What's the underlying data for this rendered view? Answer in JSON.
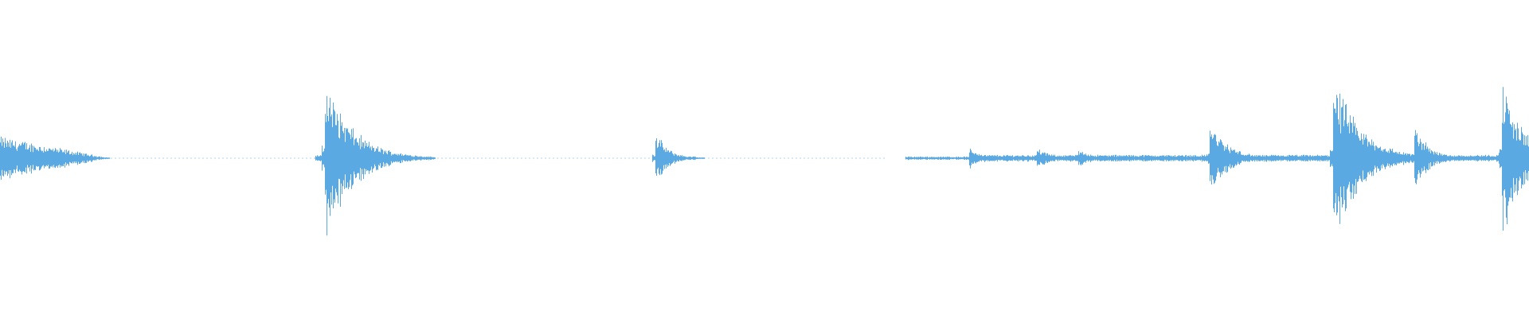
{
  "waveform": {
    "color": "#5aa9e3",
    "background": "#ffffff",
    "duration_units": 1000,
    "segments": [
      {
        "from": 0,
        "to": 72,
        "amp_start": 0.13,
        "amp_end": 0.0,
        "dotted": false
      },
      {
        "from": 72,
        "to": 206,
        "amp_start": 0.0,
        "amp_end": 0.0,
        "dotted": true
      },
      {
        "from": 206,
        "to": 255,
        "amp_start": 0.02,
        "amp_end": 0.01,
        "dotted": false
      },
      {
        "from": 255,
        "to": 428,
        "amp_start": 0.0,
        "amp_end": 0.0,
        "dotted": true
      },
      {
        "from": 428,
        "to": 455,
        "amp_start": 0.02,
        "amp_end": 0.01,
        "dotted": false
      },
      {
        "from": 455,
        "to": 580,
        "amp_start": 0.0,
        "amp_end": 0.0,
        "dotted": true
      },
      {
        "from": 592,
        "to": 634,
        "amp_start": 0.01,
        "amp_end": 0.01,
        "dotted": false
      },
      {
        "from": 634,
        "to": 1000,
        "amp_start": 0.02,
        "amp_end": 0.02,
        "dotted": false
      }
    ],
    "transients": [
      {
        "at": 212.5,
        "peak": 0.48,
        "decay": 18
      },
      {
        "at": 428.5,
        "peak": 0.16,
        "decay": 8
      },
      {
        "at": 634,
        "peak": 0.06,
        "decay": 10
      },
      {
        "at": 678,
        "peak": 0.06,
        "decay": 10
      },
      {
        "at": 705,
        "peak": 0.05,
        "decay": 12
      },
      {
        "at": 791,
        "peak": 0.22,
        "decay": 12
      },
      {
        "at": 872,
        "peak": 0.49,
        "decay": 18
      },
      {
        "at": 925,
        "peak": 0.19,
        "decay": 10
      },
      {
        "at": 982.5,
        "peak": 0.47,
        "decay": 14
      }
    ]
  }
}
